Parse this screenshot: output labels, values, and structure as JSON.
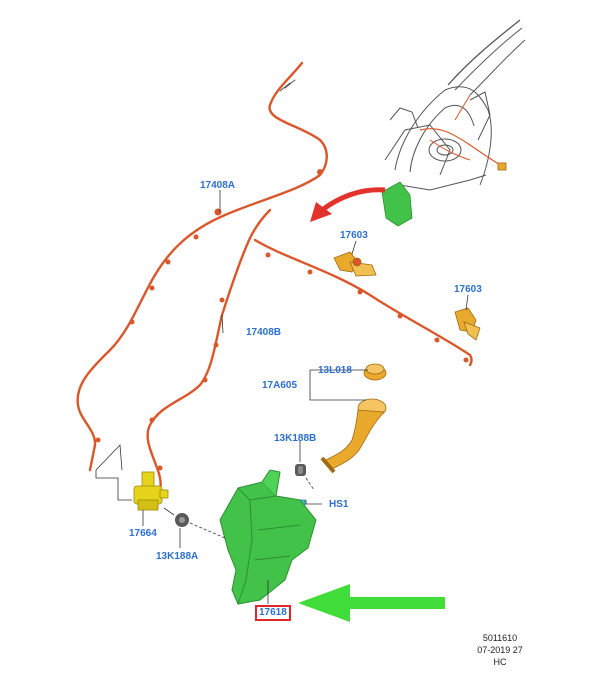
{
  "callouts": {
    "p17408A": "17408A",
    "p17408B": "17408B",
    "p17603_left": "17603",
    "p17603_right": "17603",
    "p13L018": "13L018",
    "p17A605": "17A605",
    "p13K188B": "13K188B",
    "pHS1": "HS1",
    "p17664": "17664",
    "p13K188A": "13K188A",
    "p17618": "17618"
  },
  "footer": {
    "illustration_id": "5011610",
    "date": "07-2019 27",
    "code": "HC"
  },
  "colors": {
    "hose": "#d9572b",
    "pump": "#e6d31c",
    "filler": "#e8a92c",
    "reservoir": "#43c24a",
    "grommet": "#5a5a5a",
    "sensor": "#3fc3c8",
    "arrow_red": "#e3322b",
    "arrow_green": "#3fdc3a",
    "callout_text": "#2d6fd0"
  }
}
